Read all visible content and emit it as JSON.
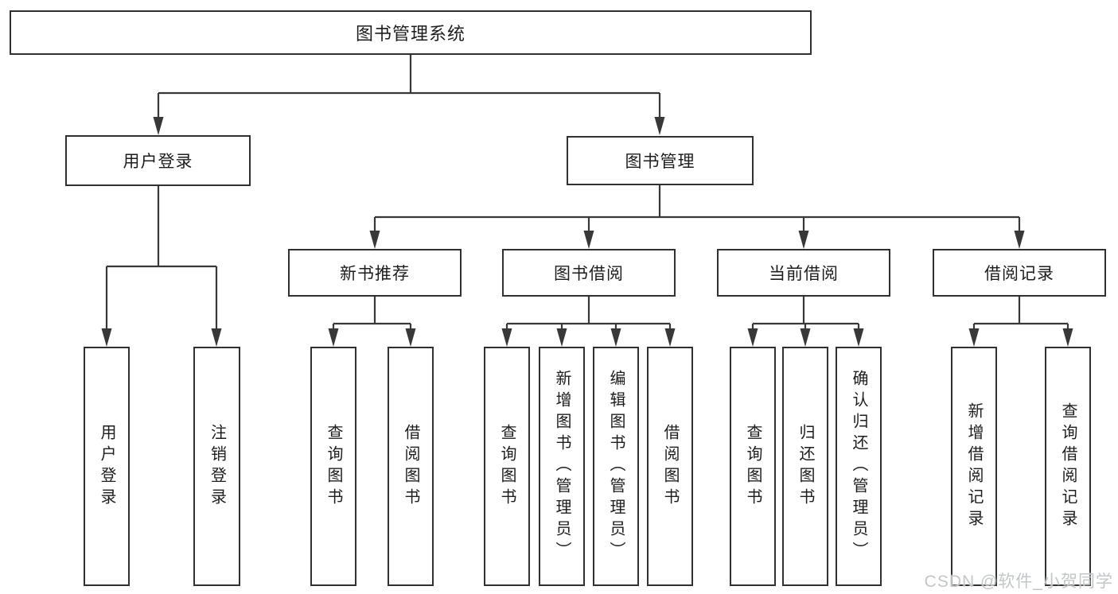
{
  "diagram": {
    "title": "图书管理系统",
    "level2": {
      "user_login": "用户登录",
      "book_management": "图书管理"
    },
    "level3": {
      "new_book_recommend": "新书推荐",
      "book_borrowing": "图书借阅",
      "current_borrowing": "当前借阅",
      "borrowing_records": "借阅记录"
    },
    "leaves": {
      "user_login": "用户登录",
      "logout": "注销登录",
      "nb_query_books": "查询图书",
      "nb_borrow_books": "借阅图书",
      "bb_query_books": "查询图书",
      "bb_add_books": "新增图书（管理员）",
      "bb_edit_books": "编辑图书（管理员）",
      "bb_borrow_books": "借阅图书",
      "cb_query_books": "查询图书",
      "cb_return_books": "归还图书",
      "cb_confirm_return": "确认归还（管理员）",
      "br_add_record": "新增借阅记录",
      "br_query_record": "查询借阅记录"
    }
  },
  "watermark": "CSDN @软件_小贺同学",
  "colors": {
    "line": "#383838",
    "box_border": "#303030",
    "text": "#1d1d1d",
    "watermark": "#c3c6c8",
    "background": "#ffffff"
  }
}
